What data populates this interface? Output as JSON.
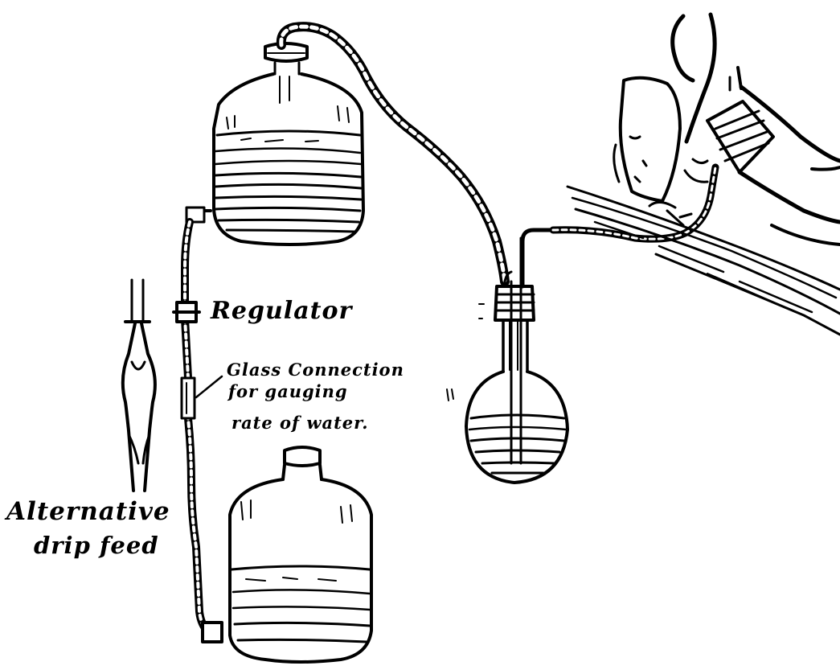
{
  "labels": {
    "regulator": "Regulator",
    "glass_connection_line1": "Glass Connection",
    "glass_connection_line2": "for gauging",
    "glass_connection_line3": "rate of water.",
    "alternative_line1": "Alternative",
    "alternative_line2": "drip feed"
  },
  "colors": {
    "ink": "#000000",
    "paper": "#ffffff"
  }
}
